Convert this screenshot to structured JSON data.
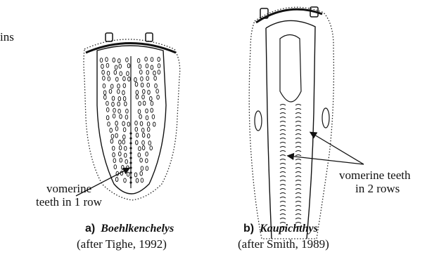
{
  "corner_text": "ins",
  "panel_a": {
    "letter": "a)",
    "genus": "Boehlkenchelys",
    "source": "(after Tighe, 1992)",
    "annotation": {
      "line1": "vomerine",
      "line2": "teeth in 1 row"
    }
  },
  "panel_b": {
    "letter": "b)",
    "genus": "Kaupichthys",
    "source": "(after Smith, 1989)",
    "annotation": {
      "line1": "vomerine teeth",
      "line2": "in 2 rows"
    }
  }
}
